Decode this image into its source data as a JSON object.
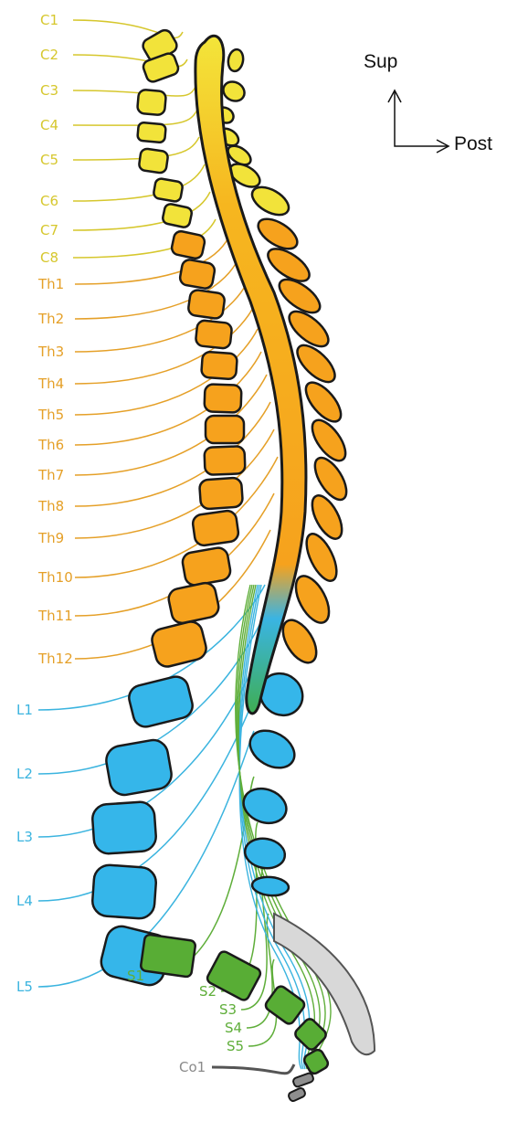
{
  "orientation": {
    "superior": "Sup",
    "posterior": "Post"
  },
  "colors": {
    "cervical": "#f2e33a",
    "thoracic": "#f6a21d",
    "lumbar": "#35b6ea",
    "sacral": "#58ad35",
    "coccygeal": "#8e8e8e",
    "outline": "#1a1a1a"
  },
  "segments": {
    "cervical": [
      "C1",
      "C2",
      "C3",
      "C4",
      "C5",
      "C6",
      "C7",
      "C8"
    ],
    "thoracic": [
      "Th1",
      "Th2",
      "Th3",
      "Th4",
      "Th5",
      "Th6",
      "Th7",
      "Th8",
      "Th9",
      "Th10",
      "Th11",
      "Th12"
    ],
    "lumbar": [
      "L1",
      "L2",
      "L3",
      "L4",
      "L5"
    ],
    "sacral": [
      "S1",
      "S2",
      "S3",
      "S4",
      "S5"
    ],
    "coccygeal": [
      "Co1"
    ]
  }
}
